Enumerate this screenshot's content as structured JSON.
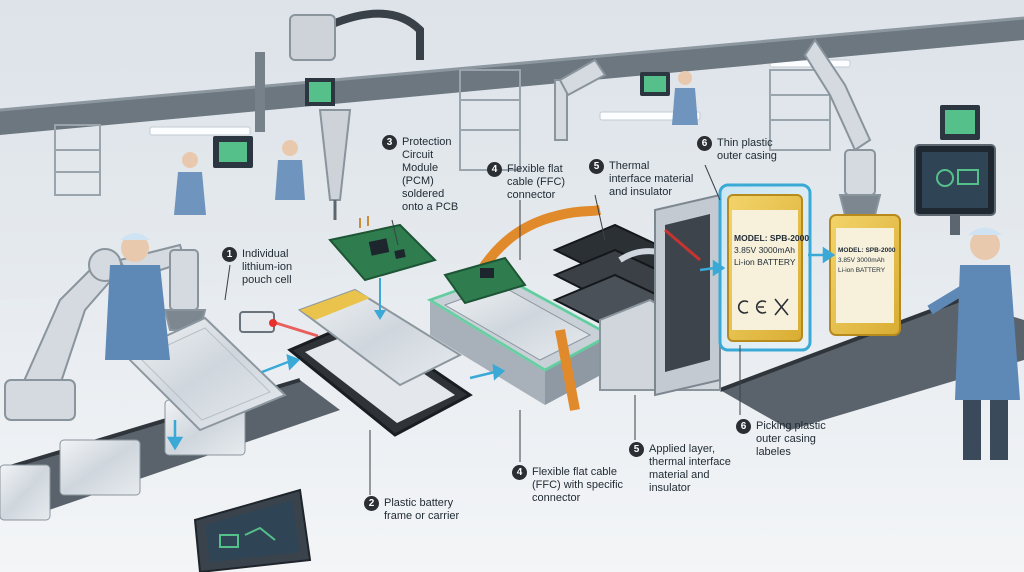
{
  "module_label": {
    "model": "MODEL: SPB-2000",
    "spec": "3.85V 3000mAh",
    "type": "Li-ion BATTERY"
  },
  "palette": {
    "floor": "#e6eaee",
    "wall": "#dfe4e9",
    "steel": "#c9d0d7",
    "dark_steel": "#5c6670",
    "cell_silver": "#d7dde3",
    "pcb_green": "#2f7d4f",
    "ffc_orange": "#e08a2c",
    "casing_yellow": "#e9c34c",
    "laser_red": "#e8302c",
    "guide_cyan": "#3aa9d6",
    "screen_green": "#56c08a",
    "coat_blue": "#5e88b5"
  },
  "icons": [
    "robot-arm-icon",
    "laser-scanner-icon",
    "monitor-icon",
    "conveyor-icon",
    "technician-icon",
    "ce-mark-icon"
  ],
  "labels": [
    {
      "num": "1",
      "text": "Individual\nlithium-ion\npouch cell"
    },
    {
      "num": "2",
      "text": "Plastic battery\nframe or carrier"
    },
    {
      "num": "3",
      "text": "Protection\nCircuit\nModule\n(PCM)\nsoldered\nonto a PCB"
    },
    {
      "num": "4",
      "text": "Flexible flat\ncable (FFC)\nconnector"
    },
    {
      "num": "4",
      "text": "Flexible flat cable\n(FFC) with specific\nconnector"
    },
    {
      "num": "5",
      "text": "Thermal\ninterface material\nand insulator"
    },
    {
      "num": "5",
      "text": "Applied layer,\nthermal interface\nmaterial and\ninsulator"
    },
    {
      "num": "6",
      "text": "Thin plastic\nouter casing"
    },
    {
      "num": "6",
      "text": "Picking plastic\nouter casing\nlabeles"
    }
  ]
}
